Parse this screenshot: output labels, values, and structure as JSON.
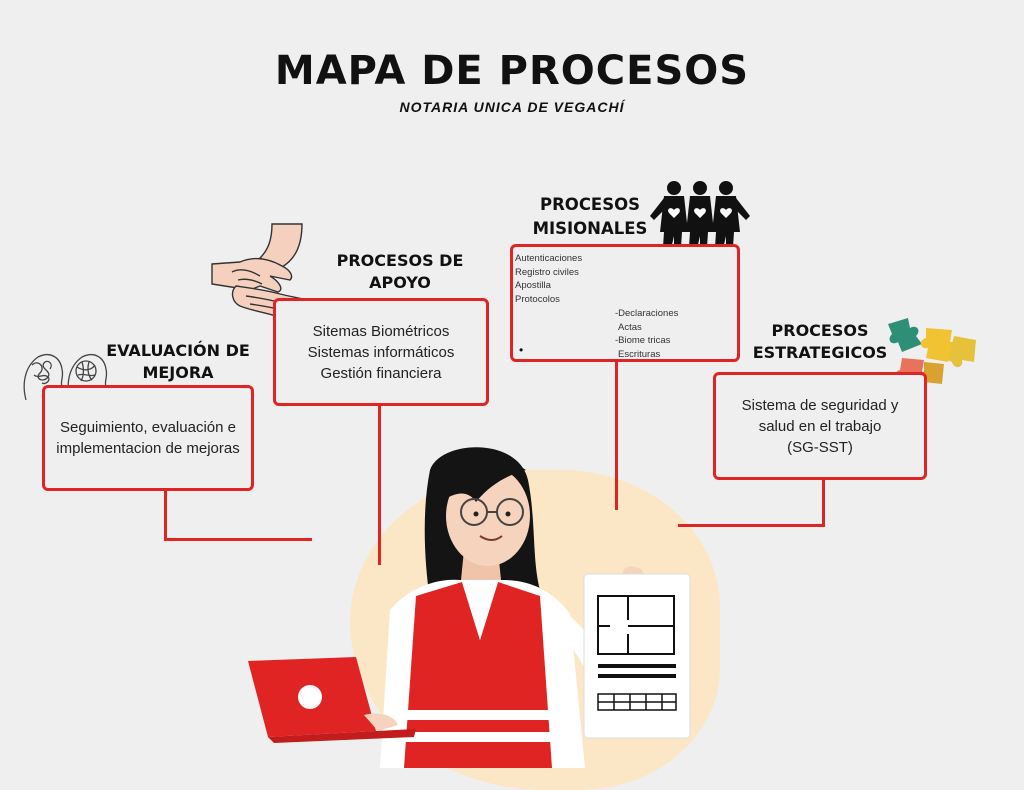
{
  "title": "MAPA DE PROCESOS",
  "subtitle": "NOTARIA UNICA DE VEGACHÍ",
  "sections": {
    "mejora": {
      "heading": [
        "EVALUACIÓN DE",
        "MEJORA"
      ],
      "items": [
        "Seguimiento, evaluación e",
        "implementacion de mejoras"
      ]
    },
    "apoyo": {
      "heading": [
        "PROCESOS DE",
        "APOYO"
      ],
      "items": [
        "Sitemas Biométricos",
        "Sistemas informáticos",
        "Gestión financiera"
      ]
    },
    "misionales": {
      "heading": [
        "PROCESOS",
        "MISIONALES"
      ],
      "items_left": [
        "Autenticaciones",
        "Registro civiles",
        "Apostilla",
        "Protocolos"
      ],
      "items_right": [
        "-Declaraciones",
        "Actas",
        "-Biome tricas",
        "Escrituras"
      ],
      "bullet": "•"
    },
    "estrategicos": {
      "heading": [
        "PROCESOS",
        "ESTRATEGICOS"
      ],
      "items": [
        "Sistema de seguridad y",
        "salud en el trabajo",
        "(SG-SST)"
      ]
    }
  },
  "colors": {
    "accent": "#e02424",
    "background": "#efefef",
    "blob": "#fbe7c6"
  },
  "icons": [
    "heads-icon",
    "hands-icon",
    "people-hearts-icon",
    "puzzle-icon",
    "woman-illustration",
    "laptop-icon",
    "blueprint-paper-icon"
  ]
}
